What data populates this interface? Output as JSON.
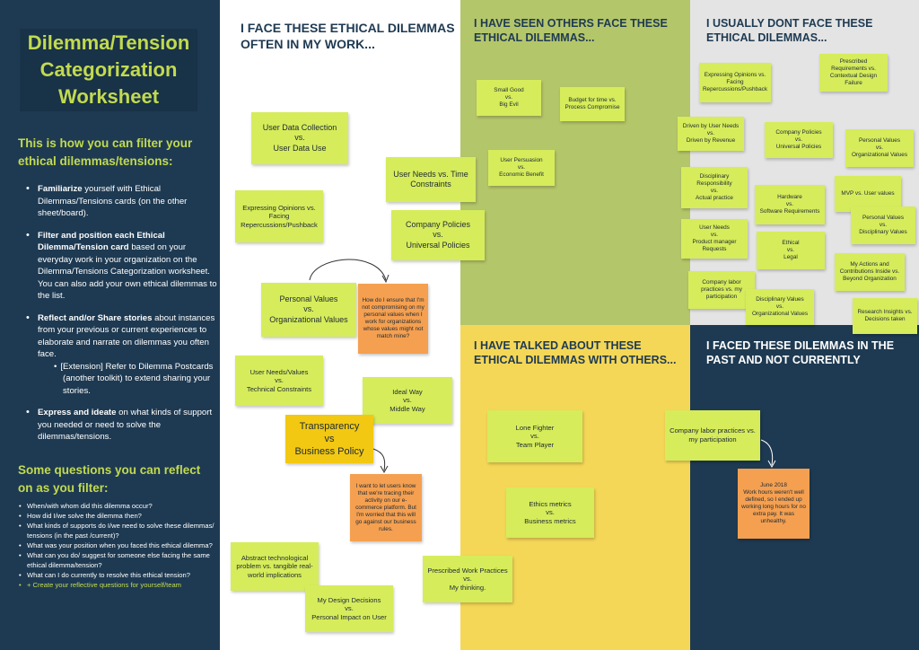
{
  "sidebar": {
    "title": "Dilemma/Tension\nCategorization\nWorksheet",
    "filter_heading": "This is how you can filter your ethical dilemmas/tensions:",
    "steps": [
      {
        "bold": "Familiarize",
        "text": " yourself with Ethical Dilemmas/Tensions cards (on the other sheet/board)."
      },
      {
        "bold": "Filter and position each Ethical Dilemma/Tension card",
        "text": " based on your everyday work in your organization on the Dilemma/Tensions Categorization worksheet. You can also add your own ethical dilemmas to the list."
      },
      {
        "bold": "Reflect and/or Share stories",
        "text": " about instances from your previous or current experiences to elaborate and narrate on dilemmas you often face.",
        "sub": "[Extension] Refer to Dilemma Postcards (another toolkit) to extend sharing your stories."
      },
      {
        "bold": "Express and ideate",
        "text": " on what kinds of support you needed or need to solve the dilemmas/tensions."
      }
    ],
    "questions_heading": "Some questions you can reflect on as you filter:",
    "questions": [
      "When/with whom did this dilemma occur?",
      "How did I/we solve the dilemma then?",
      "What kinds of supports do I/we need to solve these dilemmas/ tensions (in the past /current)?",
      "What  was your position when you faced this ethical dilemma?",
      "What can you do/ suggest for someone else facing the same ethical dilemma/tension?",
      "What can I do currently to resolve this ethical tension?"
    ],
    "questions_add": "+ Create your reflective questions for yourself/team"
  },
  "quadrants": {
    "often": "I FACE THESE ETHICAL DILEMMAS OFTEN IN MY WORK...",
    "seen_others": "I HAVE SEEN OTHERS FACE THESE ETHICAL DILEMMAS...",
    "dont_face": "I USUALLY DONT FACE THESE  ETHICAL DILEMMAS...",
    "talked": "I HAVE TALKED ABOUT THESE ETHICAL DILEMMAS WITH OTHERS...",
    "past": "I FACED THESE DILEMMAS IN THE PAST AND NOT CURRENTLY"
  },
  "stickies": {
    "often": [
      "User Data Collection\nvs.\nUser Data Use",
      "User Needs vs. Time Constraints",
      "Expressing Opinions vs.\nFacing\nRepercussions/Pushback",
      "Company Policies\nvs.\nUniversal Policies",
      "Personal Values\nvs.\nOrganizational Values",
      "How do I ensure that I'm not compromising on my personal values when I work for organizations whose values might not match mine?",
      "User Needs/Values\nvs.\nTechnical Constraints",
      "Ideal Way\nvs.\nMiddle Way",
      "Transparency\nvs\nBusiness Policy",
      "I want to let users know that we're tracing their activity on our e-commerce platform. But I'm worried that this will go against our business rules.",
      "Abstract technological problem vs. tangible real-world implications",
      "Prescribed Work Practices\nvs.\nMy thinking.",
      "My Design Decisions\nvs.\nPersonal Impact on User"
    ],
    "seen": [
      "Small Good\nvs.\nBig Evil",
      "Budget for time vs.\nProcess Compromise",
      "User Persuasion\nvs.\nEconomic Benefit"
    ],
    "dont": [
      "Expressing Opinions vs.\nFacing\nRepercussions/Pushback",
      "Prescribed Requirements vs. Contextual Design Failure",
      "Driven by User Needs\nvs.\nDriven by Revenue",
      "Company Policies\nvs.\nUniversal Policies",
      "Personal Values\nvs.\nOrganizational Values",
      "Disciplinary Responsibility\nvs.\nActual practice",
      "Hardware\nvs.\nSoftware Requirements",
      "MVP vs. User values",
      "Personal Values\nvs.\nDisciplinary Values",
      "User Needs\nvs.\nProduct manager Requests",
      "Ethical\nvs.\nLegal",
      "My Actions and Contributions Inside vs. Beyond Organization",
      "Company labor practices vs. my participation",
      "Disciplinary Values\nvs.\nOrganizational Values",
      "Research Insights vs.\nDecisions taken"
    ],
    "talked": [
      "Lone Fighter\nvs.\nTeam Player",
      "Ethics metrics\nvs.\nBusiness metrics"
    ],
    "past": [
      "Company labor practices vs. my participation",
      "June 2018\nWork hours weren't well defined, so I ended up working long hours for no extra pay. It was unhealthy."
    ]
  },
  "colors": {
    "navy": "#1e3a52",
    "lime_text": "#c2da4f",
    "green_quadrant": "#b4c66a",
    "yellow_quadrant": "#f5d757",
    "grey_quadrant": "#e4e4e4",
    "green_sticky": "#d6ec5b",
    "orange_sticky": "#f5a050",
    "yellow_sticky": "#f2c812"
  }
}
